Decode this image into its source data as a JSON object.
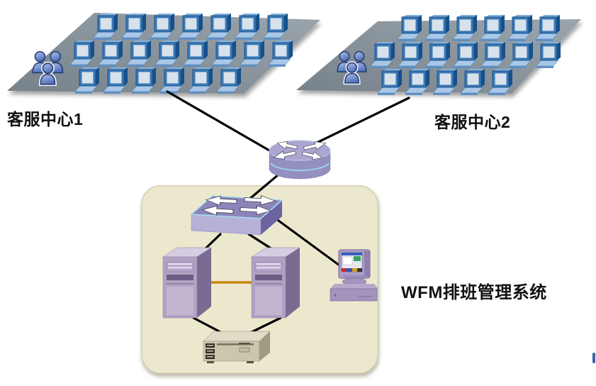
{
  "diagram_type": "network-topology",
  "sites": [
    {
      "label": "客服中心1",
      "computers_per_row": [
        7,
        8,
        6
      ],
      "agents": 3
    },
    {
      "label": "客服中心2",
      "computers_per_row": [
        6,
        7,
        5
      ],
      "agents": 3
    }
  ],
  "system": {
    "label": "WFM排班管理系统",
    "nodes": [
      {
        "id": "router",
        "icon": "router-icon"
      },
      {
        "id": "switch",
        "icon": "switch-icon"
      },
      {
        "id": "server-1",
        "icon": "server-tower-icon"
      },
      {
        "id": "server-2",
        "icon": "server-tower-icon"
      },
      {
        "id": "workstation",
        "icon": "workstation-icon"
      },
      {
        "id": "storage",
        "icon": "storage-unit-icon"
      }
    ]
  },
  "links": [
    {
      "from": "site-1",
      "to": "router"
    },
    {
      "from": "site-2",
      "to": "router"
    },
    {
      "from": "router",
      "to": "switch"
    },
    {
      "from": "switch",
      "to": "server-1"
    },
    {
      "from": "switch",
      "to": "server-2"
    },
    {
      "from": "switch",
      "to": "workstation"
    },
    {
      "from": "server-1",
      "to": "storage"
    },
    {
      "from": "server-2",
      "to": "storage"
    },
    {
      "from": "server-1",
      "to": "server-2",
      "style": "orange"
    }
  ],
  "colors": {
    "platform_gray": "#8b959d",
    "computer_blue": "#3a78b4",
    "people_blue": "#6c8cd0",
    "device_purple": "#9b93c4",
    "panel_fill": "#ece8ce",
    "link_black": "#000000",
    "server_link_orange": "#c8860a"
  }
}
